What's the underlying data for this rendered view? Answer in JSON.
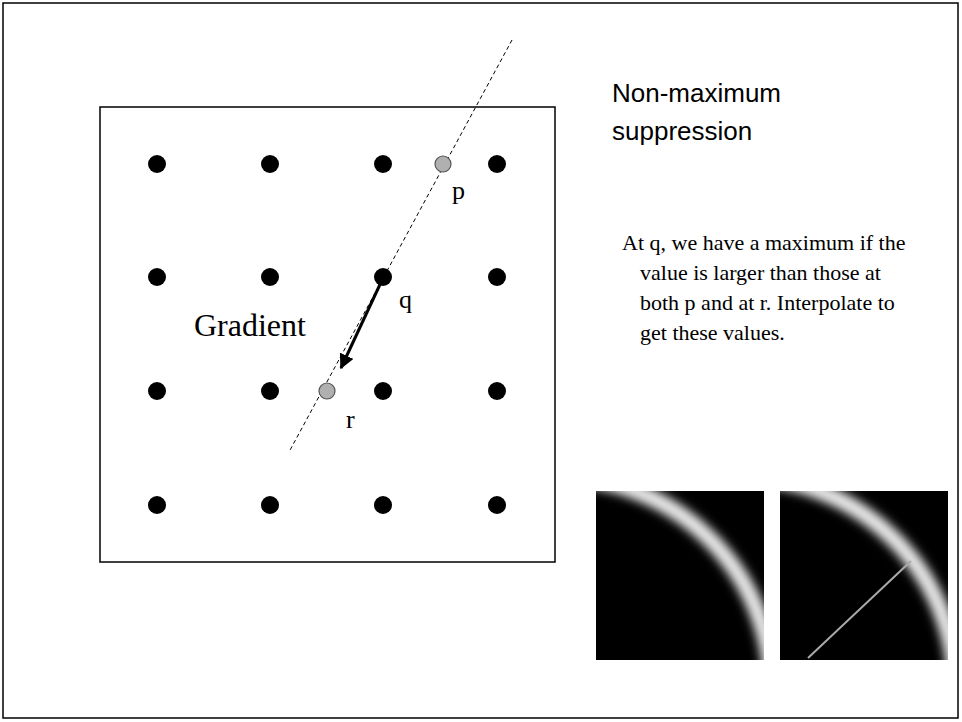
{
  "diagram": {
    "title": "Non-maximum suppression",
    "labels": [
      "p",
      "q",
      "r",
      "Gradient",
      "At q, we have a maximum if the value is larger than those at both p and at r. Interpolate to get these values."
    ]
  }
}
